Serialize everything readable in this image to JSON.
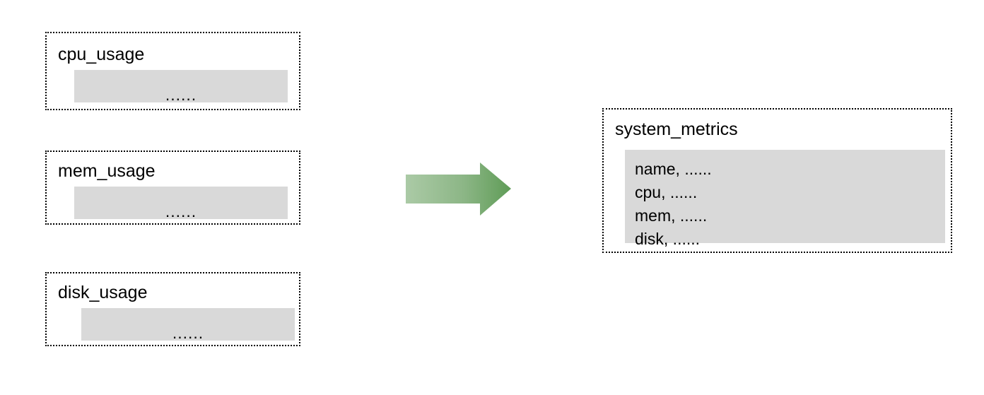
{
  "diagram": {
    "type": "data-merge-flow",
    "sources": [
      {
        "id": "cpu_usage",
        "title": "cpu_usage",
        "payload_text": "......"
      },
      {
        "id": "mem_usage",
        "title": "mem_usage",
        "payload_text": "......"
      },
      {
        "id": "disk_usage",
        "title": "disk_usage",
        "payload_text": "......"
      }
    ],
    "target": {
      "id": "system_metrics",
      "title": "system_metrics",
      "payload_lines": [
        "name, ......",
        "cpu, ......",
        "mem, ......",
        "disk, ......"
      ]
    },
    "connector": {
      "name": "arrow-right",
      "direction": "right",
      "gradient_start": "#abcaa6",
      "gradient_end": "#5f9c57"
    },
    "colors": {
      "background": "#ffffff",
      "border": "#000000",
      "payload_fill": "#d9d9d9",
      "text": "#000000"
    }
  }
}
